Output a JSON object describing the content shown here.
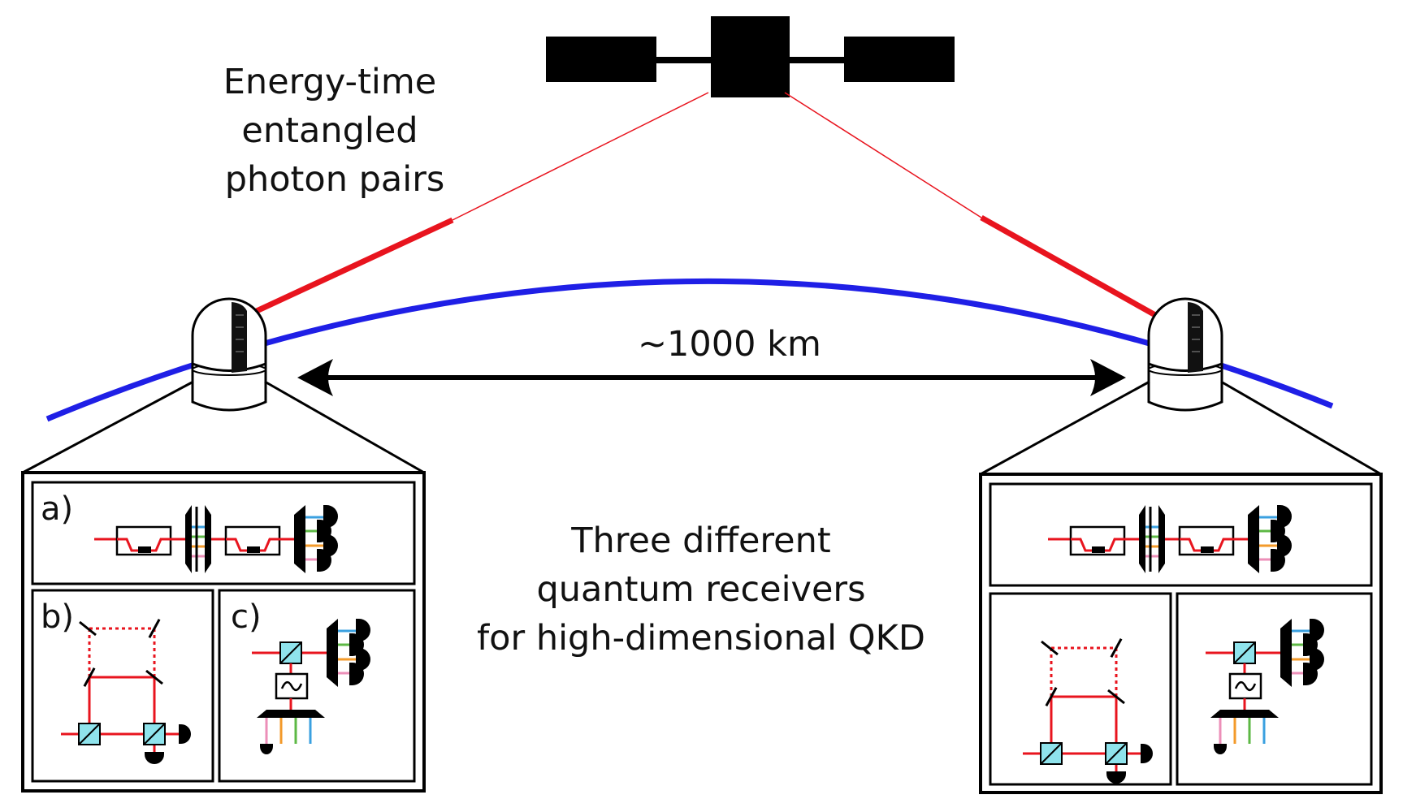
{
  "labels": {
    "source_line1": "Energy-time",
    "source_line2": "entangled",
    "source_line3": "photon pairs",
    "distance": "~1000 km",
    "receivers_line1": "Three different",
    "receivers_line2": "quantum receivers",
    "receivers_line3": "for high-dimensional QKD"
  },
  "panels": {
    "a": "a)",
    "b": "b)",
    "c": "c)"
  },
  "colors": {
    "beam": "#e8141e",
    "earth": "#1f1fe6",
    "cube": "#8fe3ec",
    "blue_channel": "#3aa0e0",
    "green_channel": "#5db845",
    "orange_channel": "#f39a2a",
    "pink_channel": "#ec8fb8"
  },
  "icons": [
    "satellite-icon",
    "observatory-dome-icon",
    "beam-splitter-icon",
    "detector-icon",
    "mirror-icon",
    "modulator-icon",
    "waveguide-icon",
    "demultiplexer-icon"
  ]
}
